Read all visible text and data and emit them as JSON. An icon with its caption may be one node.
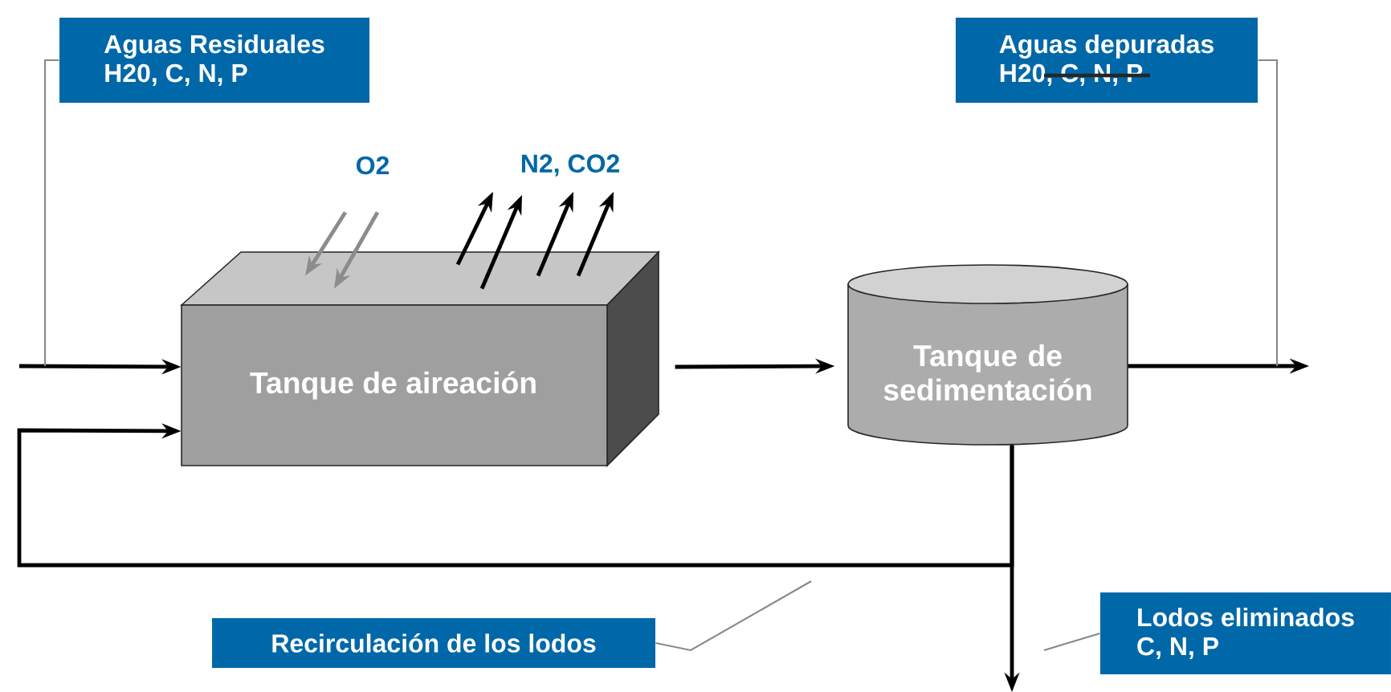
{
  "diagram": {
    "nodes": [
      {
        "text": [
          "Aguas Residuales",
          "H20, C, N, P"
        ]
      },
      {
        "text": [
          "Tanque de aireación"
        ]
      },
      {
        "text": [
          "O2"
        ]
      },
      {
        "text": [
          "N2, CO2"
        ]
      },
      {
        "text": [
          "Tanque de sedimentación"
        ]
      },
      {
        "text": [
          "Aguas depuradas",
          "H20, C, N, P"
        ]
      },
      {
        "text": [
          "Recirculación de los lodos"
        ]
      },
      {
        "text": [
          "Lodos eliminados",
          "C, N, P"
        ]
      }
    ],
    "edges": [
      {
        "from": null,
        "to": 1,
        "arrow": "to"
      },
      {
        "from": 0,
        "to": null,
        "arrow": "none",
        "color": "#888888"
      },
      {
        "from": 2,
        "to": 1,
        "arrow": "to",
        "color": "#8c8c8c"
      },
      {
        "from": 2,
        "to": 1,
        "arrow": "to",
        "color": "#8c8c8c"
      },
      {
        "from": 1,
        "to": 3,
        "arrow": "to"
      },
      {
        "from": 1,
        "to": 3,
        "arrow": "to"
      },
      {
        "from": 1,
        "to": 3,
        "arrow": "to"
      },
      {
        "from": 1,
        "to": 3,
        "arrow": "to"
      },
      {
        "from": 1,
        "to": 4,
        "arrow": "to"
      },
      {
        "from": 4,
        "to": null,
        "arrow": "to"
      },
      {
        "from": 5,
        "to": null,
        "arrow": "none",
        "color": "#888888"
      },
      {
        "from": 4,
        "to": 1,
        "arrow": "to"
      },
      {
        "from": 4,
        "to": null,
        "arrow": "to"
      },
      {
        "from": 6,
        "to": null,
        "arrow": "none",
        "color": "#888888"
      },
      {
        "from": 7,
        "to": null,
        "arrow": "none",
        "color": "#888888"
      }
    ]
  }
}
